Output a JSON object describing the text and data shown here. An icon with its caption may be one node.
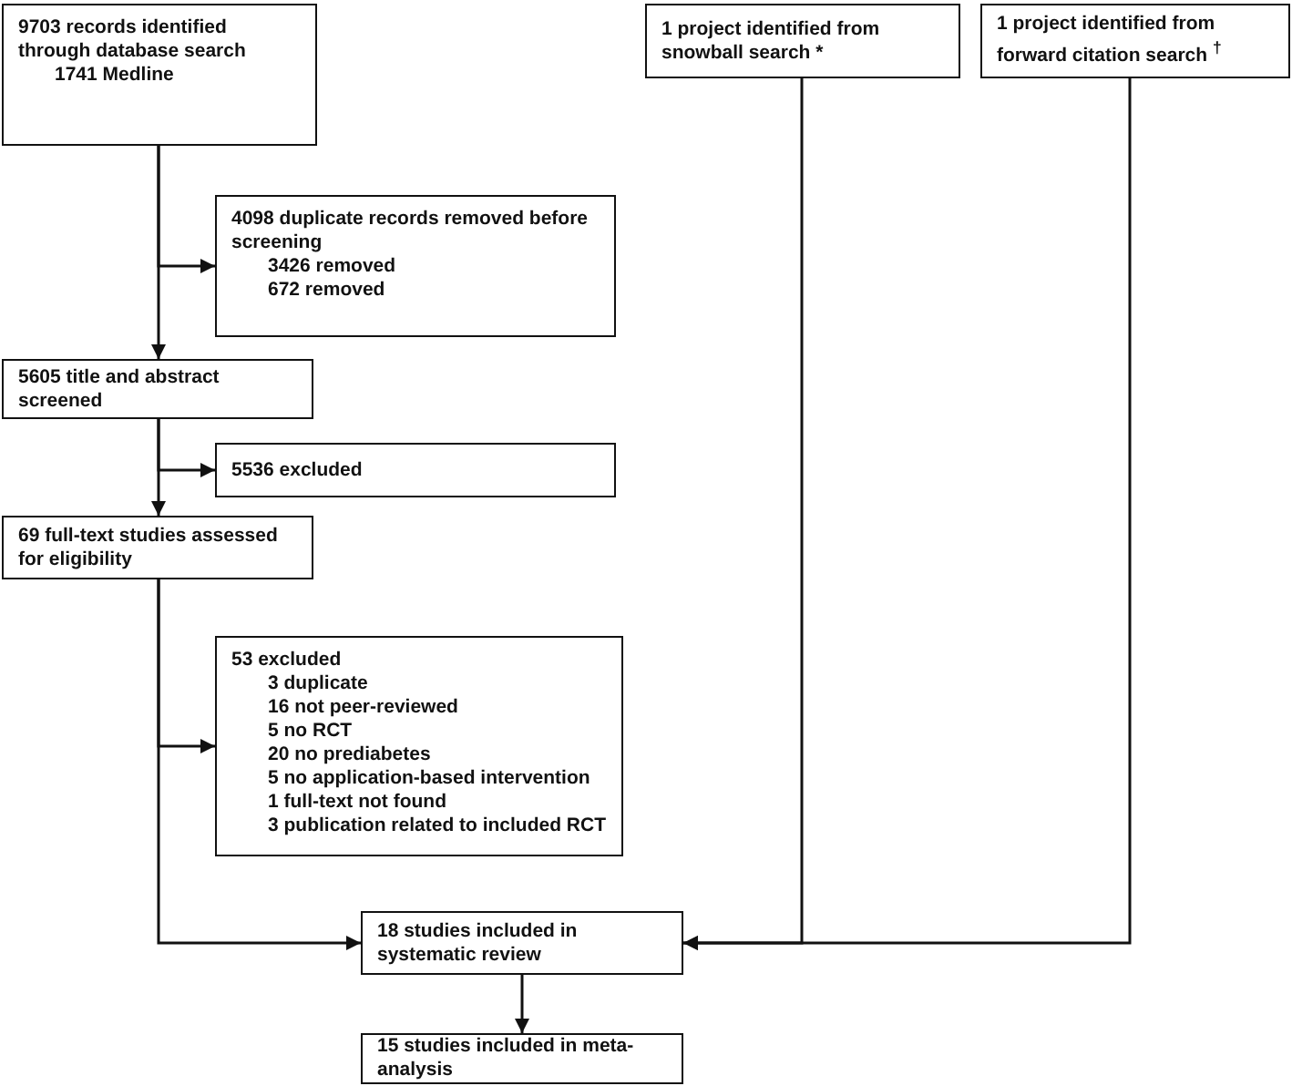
{
  "diagram": {
    "nodes": [
      {
        "text": [
          "9703 records identified through database search",
          "1741 Medline"
        ]
      },
      {
        "text": [
          "4098 duplicate records removed before screening",
          "3426 removed",
          "672 removed"
        ]
      },
      {
        "text": [
          "5605 title and abstract screened"
        ]
      },
      {
        "text": [
          "5536 excluded"
        ]
      },
      {
        "text": [
          "69 full-text studies assessed for eligibility"
        ]
      },
      {
        "text": [
          "53 excluded",
          "3 duplicate",
          "16 not peer-reviewed",
          "5 no RCT",
          "20 no prediabetes",
          "5 no application-based intervention",
          "1 full-text not found",
          "3 publication related to included RCT"
        ]
      },
      {
        "text": [
          "1 project identified from snowball search *"
        ]
      },
      {
        "text": [
          "1 project identified from forward citation search $^{†}$"
        ]
      },
      {
        "text": [
          "18 studies included in systematic review"
        ]
      },
      {
        "text": [
          "15 studies included in meta-analysis"
        ]
      }
    ],
    "edges": [
      {
        "from": 0,
        "to": 1,
        "arrow": "to"
      },
      {
        "from": 0,
        "to": 2,
        "arrow": "to"
      },
      {
        "from": 2,
        "to": 3,
        "arrow": "to"
      },
      {
        "from": 2,
        "to": 4,
        "arrow": "to"
      },
      {
        "from": 4,
        "to": 5,
        "arrow": "to"
      },
      {
        "from": 4,
        "to": 8,
        "arrow": "to"
      },
      {
        "from": 6,
        "to": 8,
        "arrow": "to"
      },
      {
        "from": 7,
        "to": 8,
        "arrow": "to"
      },
      {
        "from": 8,
        "to": 9,
        "arrow": "to"
      }
    ]
  }
}
